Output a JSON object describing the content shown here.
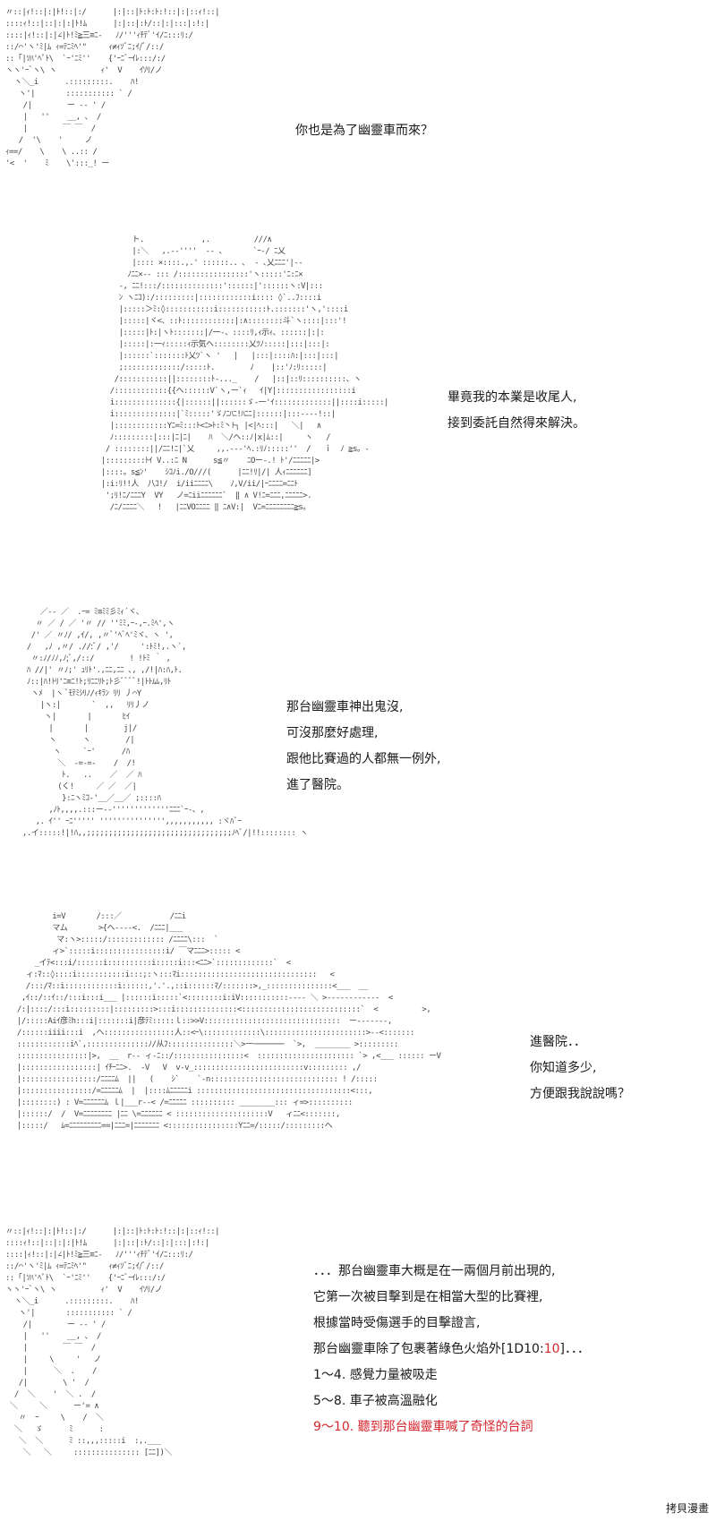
{
  "panels": [
    {
      "id": "p1",
      "art": [
        "〃::|ｨ!::|:|ﾄ!::|:/      |:|::|ﾄ:ﾄ:ﾄ:!::|:|::ｨ!::|",
        "::::ｨ!::|::|:|:|ﾄ!ﾑ      |:|::|:ﾄ/::|:|:::|:!:|",
        "::::|ｨ!::|:|∠|ﾄ!ﾐ≧三≡ﾆ‐   ﾉ/'''ｨﾁﾃﾞ'ｲ/ﾆ:::ﾘ:/",
        "::/⌒'ヽ'ﾐ|ﾑ ｨ=ﾃﾆﾐﾍ'\"     ｨ≠ｨｿﾞﾆ;ｲ/ﾞ/::/",
        "::「|ｿﾊ'ﾍﾟﾄ\\  `ｰ'ﾆﾐ''    {'ｰﾆﾞｰｲﾚ:::/:/",
        "ヽヽ'ｰﾞヽ\\ ヽ          ｨ'  V    ｲｿﾘ/ノ",
        "  ヽ＼_i      .:::::::::.    ﾊ!",
        "   ヽ'|       ::::::::::: ` /",
        "    /|        ー -- ' /",
        "    |   ''    __, 、 /",
        "    |        ￣ ￣  /",
        "   /  '\\    '     ノ",
        "ｨ==/    \\    \\ ..:: /",
        "'<  '    ﾐ    \\':::_! ー"
      ],
      "lines": [
        "你也是為了幽靈車而來？"
      ]
    },
    {
      "id": "p2",
      "art": [
        "        ト.             ,.          ///∧",
        "        |:＼   ,.-‐''''  ‐- 、      `ｰ-/ ﾆ乂",
        "        |:::: ×::::.,.' ::::::.. ､  ‐ ､乂ﾆﾆﾆ'|‐‐",
        "       ﾉﾆﾆ×-‐ ::: /::::::::::::::::'ヽ:::::'ﾆ:ﾆ×",
        "     -, ﾆﾆ!:::/::::::::::::::'::::::|'::::::ヽ:V|:::",
        "     ﾝ ヽﾆｺ):/:::::::::|::::::::::::i:::: ◊`..ﾌ::::i",
        "     |:::::＞ﾐ:◊:::::::::::i:::::::::::ﾄ.:::::::'ヽ,'::::i",
        "     |:::::|ヾ<、::ﾄ::::::::::::|:∧::::::::斗`ヽ::::|:::'!",
        "     |:::::|ﾄ:|ヽﾄ:::::::|/一‐、::::ﾘ,ｨ示ｨ、::::::|:|:",
        "     |:::::|:一ｨ:::::ｨ示気ヘ::::::::乂ﾂﾉ:::::|:::|:::|:",
        "     |::::::`:::::::ﾄ乂ﾂ`ヽ '   |   |:::|::::ﾊ:|:::|:::|",
        "     ;:::::::::::::/:::::ﾄ.        ﾉ    |::'ﾉ:ﾘ:::::|",
        "    /:::::::::::||::::::::ﾄ-..._    /   |::|::ﾘ::::::::::、ヽ",
        "   /::::::::::::{{ヘ::::::V`ヽ,ー`ｨ   ｲ|Y|:::::::::::::::::i",
        "   i::::::::::::::{|::::::||::::::ゞ‐一'ｲ:::::::::::::||::::i:::::|",
        "   i::::::::::::::|`ﾐ:::::'ゞﾉﾆﾊﾆ!ﾊﾆﾆ|::::::|:::----!::|",
        "   |::::::::::::Yﾆ=ﾐ:::ﾄ<ﾆ>ﾄ:ﾐ丶ﾄ┐ |<|ﾍ:::|   ＼|   ∧",
        "   ﾉ:::::::::|:::|ﾆ|ﾆ|    ﾊ  ＼/ヘ::ﾉ|x|ﾑ::|     ヽ   /",
        "  / ::::::::||/ﾆﾆ!ﾆ|`乂     ,,.--‐'ﾍ.:ﾘﾉ:::::''  /   ｉ  ﾉ ≧s。-",
        " |:::::::::ﾄｲ V..:ﾆ N      s≦〃    ﾆOー-.! ﾄ'/ﾆﾆﾆﾆﾆ|>",
        " |::::。s≦ﾝ'    ｼｺﾉi./O///(      |ﾆﾆ!ﾘ|/| 人ｨﾆﾆﾆﾆﾆﾆ]",
        " |:i:ﾘ!!人  八ｺ!/  i/iiﾆﾆﾆﾆ\\    ﾉ,V/ii/|ｰﾆﾆﾆﾆ=ﾆﾆﾄ",
        "  ';ﾘ!ﾆ/ﾆﾆﾆY  VY   ノ=ﾆiiﾆﾆﾆﾆﾆﾆ`  ‖ ∧ V!ﾆ=ﾆﾆﾆ,ﾆﾆﾆﾆﾆ>.",
        "   /ﾆ/ﾆﾆﾆﾆ＼   !   |ﾆﾆVOﾆﾆﾆﾆ ‖ ﾆ∧V:|  Vﾆ=ﾆﾆﾆﾆﾆﾆﾆﾆ≧s。"
      ],
      "lines": [
        "畢竟我的本業是收尾人,",
        "接到委託自然得來解決。"
      ]
    },
    {
      "id": "p3",
      "art": [
        "     ／‐‐ ／  .ｰ= ﾐ≡ﾐﾐ彡ﾐｨ´ヾ、",
        "    〃 ／ / ／ '〃 // ''ﾐﾐ,ｰ‐,ｰ.ﾐﾍ',ヽ",
        "   /' ／ 〃ﾉ/ ,ｲ/, ,〃ﾞ'ﾍﾞﾍ'ﾐヾ、ヽ ',",
        "  /   ,ﾉ ,〃/ .//:ﾞ/ ,'/     ':ﾄﾐ!,.ヽ`,",
        "   〃:ﾉ/ﾉﾉ,ﾉ;ﾞ,/::/        ! !ﾄﾐ ｀ ,",
        "  ﾊ //|' 〃ﾉ;' ｭﾘﾄ'.,ﾆﾆ,ﾆﾆ ､, ,/!|ﾊ:ﾊ,ﾄ.",
        "  ﾉ::|ﾊ!ﾄﾘ'ﾆ≡ﾆ!ﾄ;ﾘﾆﾆﾘﾄ;ﾄ彡ﾞﾞﾞﾞ!|ﾄﾄﾑﾑ,ﾘﾄ",
        "   ヽﾒ  |ヽ ﾞﾓﾃﾐｼﾘﾉ/ｨｷﾗﾝ ﾘﾘ 丿⌒Y",
        "     |ヽ:|       `  ,,   ﾘﾘ丿ノ",
        "      ヽ|       |       ﾋｲ",
        "       |       |        j|/",
        "       ヽ      ヽ        /|",
        "        ヽ     `ｰ'      /ﾊ",
        "         ＼  -=-=-    /  /!",
        "          ﾄ.   ..    ／  ／ ﾊ",
        "         (く!     ／ ／  ／|",
        "          }:ﾆヽﾐｺ‐'__／__／ ;::::ﾊ",
        "       ,ﾉﾄ,,,,.:::ー‐‐'''''''''''''ﾆﾆﾆ`ｰ-、,",
        "    ,. ｲ'' ｰﾆ''''' ''''''''''''''',,,,,,,,,,, :ヾﾊﾞｰ",
        " ,.イ:::::!|!ﾊ,,;;;;;;;;;;;;;;;;;;;;;;;;;;;;;;;;;ﾉﾍﾞ/|!!:::::::: ヽ"
      ],
      "lines": [
        "那台幽靈車神出鬼沒,",
        "可沒那麼好處理,",
        "跟他比賽過的人都無一例外,",
        "進了醫院。"
      ]
    },
    {
      "id": "p4",
      "art": [
        "         i=V       /:::／           /ﾆﾆi",
        "         マム       >{ヘ----<.  /ﾆﾆﾆ|___",
        "          マ:ヽ>:::::/::::::::::::: /ﾆﾆﾆﾆ\\:::  `",
        "         ィ>`:::::i::::::::::::::::i/ ￣マﾆﾆﾆ>::::: <",
        "     _イﾃ<:::i/::::::i::::::::::i:::::i:::<ﾆﾆ>`:::::::::::::`  <",
        "   ィ:ﾏ::◊::::i:::::::::::i:::;:ヽ:::ﾏi:::::::::::::::::::::::::::::::   <",
        "   /:::/ﾏ::i::::::::::::i::::::,'.'.,::i::::::ﾏ/:::::::>,_:::::::::::::::<___  __",
        "  ,ｲ::/::ｲ::/:::i:::i___ |::::::i:::::`<::::::::i:iV:::::::::::---- ＼ >------------  <",
        " /:|::::/:::i:::::::::|:::::::::>:::i::::::::::::::<:::::::::::::::::::::::::::`  <          >,",
        " |/:::::Aiｲ彦ﾐh:::i|:::::::i|彦ﾃﾐ:::::ｌ::>>V:::::::::::::::::::::::::::::::  ー-------,",
        " /::::::iiii:::i  ,ヘ::::::::::::::::人::<ｰ\\:::::::::::::\\:::::::::::::::::::::::>--<:::::::",
        " ::::::::::::iﾍ`,::::::::::::::ﾉ/从ﾌ:::::::::::::::＼>ー───────  `>,  ________ >:::::::::",
        " ::::::::::::::::|>,  __  r-- ィ-ﾆ::/::::::::::::::::<  :::::::::::::::::::::: `> ,<___ :::::: ーV",
        " |:::::::::::::::::| ｲﾁｰﾆﾆ>.  -V   V  v‐v_:::::::::::::::::::::::::v::::::::: ,/",
        " |:::::::::::::::::/ﾆﾆﾆﾆﾑ  ||   (    ｼ`    `‐n::::::::::::::::::::::::::::: ! /:::::",
        " |::::::::::::::::/=ﾆﾆﾆﾆﾆﾑ  |  |::::ﾑﾆﾆﾆﾆﾆi :::::::::::::::::::::::::::::::::::<:::,",
        " |::::::::) : V=ﾆﾆﾆﾆﾆﾆﾑ ｌ|___r--< /=ﾆﾆﾆﾆﾆ :::::::::: ________::: ィ=>::::::::::",
        " |::::::/  /  V=ﾆﾆﾆﾆﾆﾆﾆﾆ |ﾆﾆ \\=ﾆﾆﾆﾆﾆﾆ < :::::::::::::::::::::V   ィﾆﾆ<:::::::,",
        " |:::::/   ﾑ=ﾆﾆﾆﾆﾆﾆﾆﾆﾆ==|ﾆﾆﾆ=|ﾆﾆﾆﾆﾆﾆﾆ <::::::::::::::::Yﾆﾆ=/:::::/:::::::::ヘ"
      ],
      "lines": [
        "進醫院．．",
        "你知道多少,",
        "方便跟我說說嗎？"
      ]
    },
    {
      "id": "p5",
      "art": [
        "〃::|ｨ!::|:|ﾄ!::|:/      |:|::|ﾄ:ﾄ:ﾄ:!::|:|::ｨ!::|",
        "::::ｨ!::|::|:|:|ﾄ!ﾑ      |:|::|:ﾄ/::|:|:::|:!:|",
        "::::|ｨ!::|:|∠|ﾄ!ﾐ≧三≡ﾆ‐   ﾉ/'''ｨﾁﾃﾞ'ｲ/ﾆ:::ﾘ:/",
        "::/⌒'ヽ'ﾐ|ﾑ ｨ=ﾃﾆﾐﾍ'\"     ｨ≠ｨｿﾞﾆ;ｲ/ﾞ/::/",
        "::「|ｿﾊ'ﾍﾟﾄ\\  `ｰ'ﾆﾐ''    {'ｰﾆﾞｰｲﾚ:::/:/",
        "ヽヽ'ｰﾞヽ\\ ヽ          ｨ'  V    ｲｿﾘ/ノ",
        "  ヽ＼_i      .:::::::::.    ﾊ!",
        "   ヽ'|       ::::::::::: ` /",
        "    /|        ー -- ' /",
        "    |   ''    __, 、 /",
        "    |        ￣ ￣  /",
        "    |     \\     '   ノ",
        "    |      ＼  .    /",
        "   /|        \\ '  /",
        "  /  ＼    '  ＼ .  /",
        " ＼     ＼      ー'= ∧",
        "   〃  ｰ     \\    /  ＼",
        "  ＼   ゞ      ﾐ      :",
        "   ＼  ＼      ﾐ ::,,,:::::i  :,.___",
        "    ＼   ＼     ::::::::::::::: [ﾆﾆ])＼"
      ],
      "lines": [
        "．．．那台幽靈車大概是在一兩個月前出現的,",
        "它第一次被目擊到是在相當大型的比賽裡,",
        "根據當時受傷選手的目擊證言,"
      ],
      "dice_line": {
        "prefix": "那台幽靈車除了包裹著綠色火焰外[1D10:",
        "result": "10",
        "suffix": "]．．．"
      },
      "options": [
        "1～4. 感覺力量被吸走",
        "5～8. 車子被高溫融化"
      ],
      "selected_option": "9～10. 聽到那台幽靈車喊了奇怪的台詞"
    }
  ],
  "watermark": "拷貝漫畫",
  "colors": {
    "highlight": "#d8262d",
    "text": "#1a1a1a"
  }
}
